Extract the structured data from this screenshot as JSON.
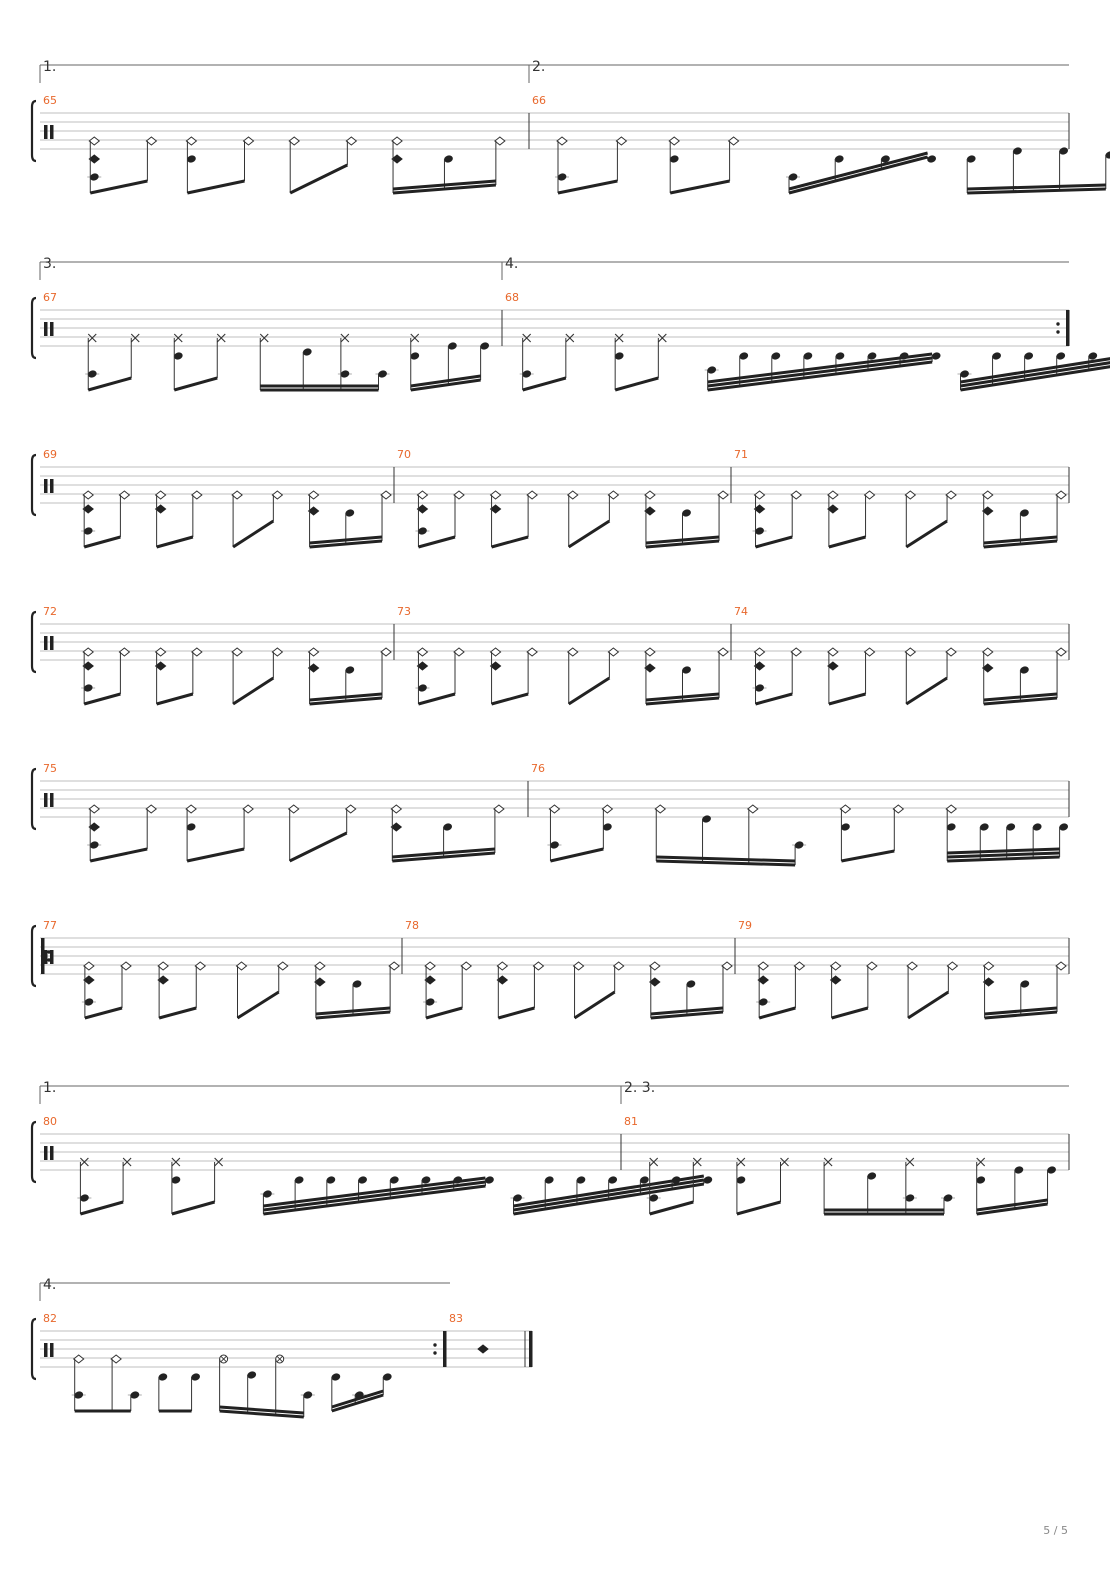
{
  "page": {
    "number_label": "5 / 5"
  },
  "systems": [
    {
      "measures": [
        {
          "number": "65",
          "volta": "1.",
          "pattern": "A"
        },
        {
          "number": "66",
          "volta": "2.",
          "pattern": "B"
        }
      ]
    },
    {
      "measures": [
        {
          "number": "67",
          "volta": "3.",
          "pattern": "C"
        },
        {
          "number": "68",
          "volta": "4.",
          "pattern": "D",
          "end_repeat": true
        }
      ]
    },
    {
      "measures": [
        {
          "number": "69",
          "pattern": "E"
        },
        {
          "number": "70",
          "pattern": "E"
        },
        {
          "number": "71",
          "pattern": "E"
        }
      ]
    },
    {
      "measures": [
        {
          "number": "72",
          "pattern": "E"
        },
        {
          "number": "73",
          "pattern": "E"
        },
        {
          "number": "74",
          "pattern": "E"
        }
      ]
    },
    {
      "measures": [
        {
          "number": "75",
          "pattern": "A"
        },
        {
          "number": "76",
          "pattern": "F"
        }
      ]
    },
    {
      "measures": [
        {
          "number": "77",
          "pattern": "E",
          "start_repeat": true
        },
        {
          "number": "78",
          "pattern": "E"
        },
        {
          "number": "79",
          "pattern": "E"
        }
      ]
    },
    {
      "measures": [
        {
          "number": "80",
          "volta": "1.",
          "pattern": "D"
        },
        {
          "number": "81",
          "volta": "2. 3.",
          "pattern": "C"
        }
      ]
    },
    {
      "measures": [
        {
          "number": "82",
          "volta": "4.",
          "pattern": "G"
        },
        {
          "number": "83",
          "pattern": "H",
          "start_with_end_repeat": true,
          "final": true
        }
      ]
    }
  ]
}
